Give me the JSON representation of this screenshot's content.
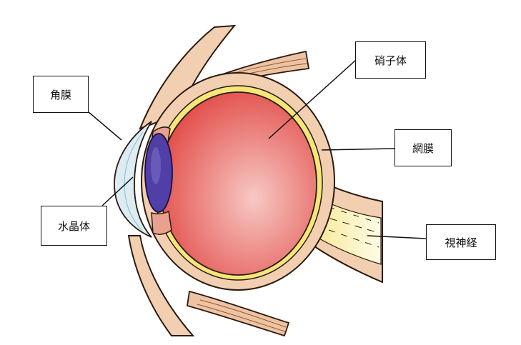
{
  "labels": {
    "cornea": "角膜",
    "lens": "水晶体",
    "vitreous": "硝子体",
    "retina": "網膜",
    "optic_nerve": "視神経"
  },
  "colors": {
    "sclera": "#f2cfb0",
    "outline": "#2a1a10",
    "retina_layer": "#f5e67a",
    "vitreous_center": "#f7c9c4",
    "vitreous_edge": "#e24b48",
    "lens": "#4f3fa6",
    "cornea": "#dcecf2",
    "optic_nerve": "#fbf3b8",
    "muscle": "#eec3a2"
  }
}
